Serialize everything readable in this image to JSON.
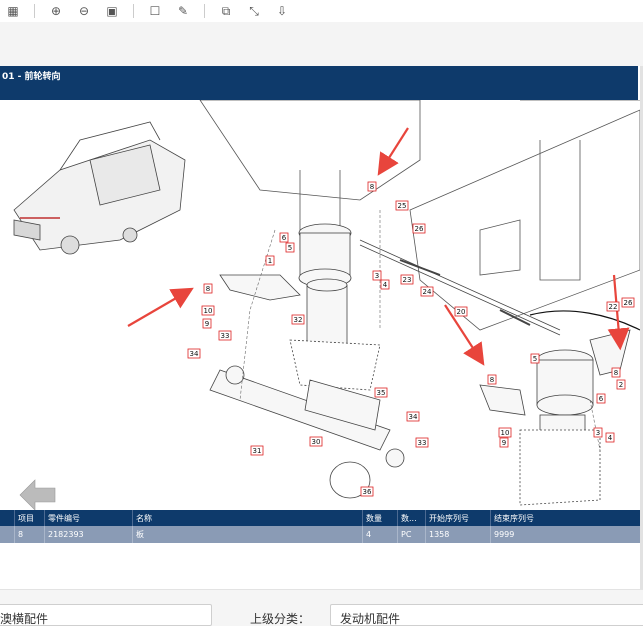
{
  "page": {
    "title": "01 - 前轮转向"
  },
  "toolbar": {
    "icons": [
      "grid-icon",
      "zoom-in-icon",
      "zoom-out-icon",
      "fit-icon",
      "page-icon",
      "edit-icon",
      "copy-icon",
      "fullscreen-icon",
      "download-icon"
    ]
  },
  "callouts": [
    "8",
    "25",
    "26",
    "6",
    "5",
    "1",
    "3",
    "4",
    "23",
    "24",
    "20",
    "8",
    "10",
    "9",
    "33",
    "32",
    "34",
    "35",
    "34",
    "33",
    "30",
    "31",
    "36",
    "22",
    "26",
    "5",
    "2",
    "8",
    "6",
    "10",
    "9",
    "3",
    "4",
    "8"
  ],
  "table": {
    "headers": [
      "项目",
      "零件编号",
      "名称",
      "数量",
      "数...",
      "开始序列号",
      "结束序列号"
    ],
    "rows": [
      [
        "8",
        "2182393",
        "板",
        "4",
        "PC",
        "1358",
        "9999"
      ]
    ]
  },
  "bottom": {
    "left_text": "澳横配件",
    "mid_label": "上级分类：",
    "right_text": "发动机配件"
  },
  "colors": {
    "header_bg": "#0e3a6b",
    "selected_row": "#8a9bb5",
    "arrow": "#e8453c"
  }
}
